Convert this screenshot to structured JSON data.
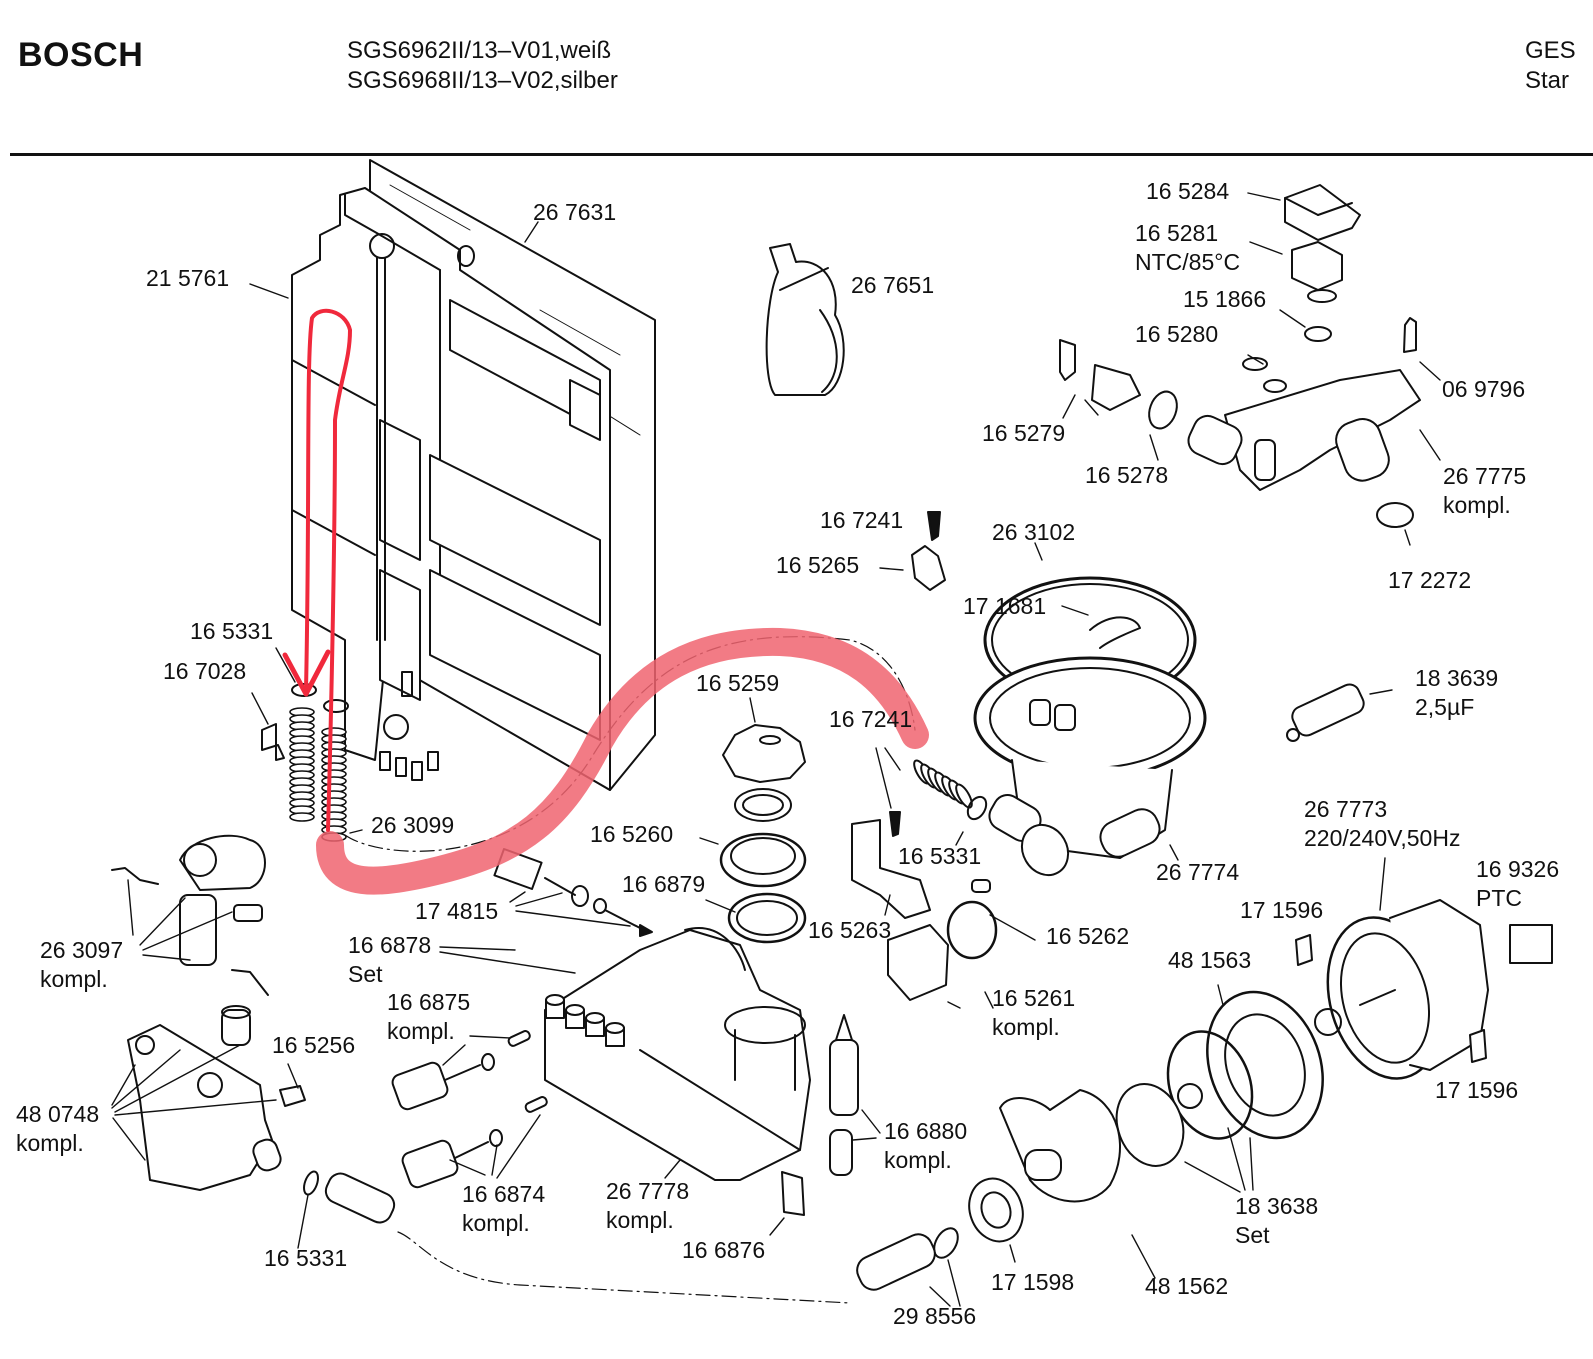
{
  "header": {
    "brand": "BOSCH",
    "models": [
      "SGS6962II/13–V01,weiß",
      "SGS6968II/13–V02,silber"
    ],
    "corner_lines": [
      "GES",
      "Star"
    ]
  },
  "annotation": {
    "arrow_color": "#f0293c",
    "highlight_color": "#f06470",
    "description": "red arrow pointing down to hose 26 3099 and pink highlighted hose path toward 16 7241"
  },
  "parts": [
    {
      "id": "p267631",
      "number": "26 7631",
      "note": ""
    },
    {
      "id": "p215761",
      "number": "21 5761",
      "note": ""
    },
    {
      "id": "p267651",
      "number": "26 7651",
      "note": ""
    },
    {
      "id": "p165284",
      "number": "16 5284",
      "note": ""
    },
    {
      "id": "p165281",
      "number": "16 5281",
      "note": "NTC/85°C"
    },
    {
      "id": "p151866",
      "number": "15 1866",
      "note": ""
    },
    {
      "id": "p165280",
      "number": "16 5280",
      "note": ""
    },
    {
      "id": "p069796",
      "number": "06 9796",
      "note": ""
    },
    {
      "id": "p165279",
      "number": "16 5279",
      "note": ""
    },
    {
      "id": "p165278",
      "number": "16 5278",
      "note": ""
    },
    {
      "id": "p267775",
      "number": "26 7775",
      "note": "kompl."
    },
    {
      "id": "p172272",
      "number": "17 2272",
      "note": ""
    },
    {
      "id": "p167241a",
      "number": "16 7241",
      "note": ""
    },
    {
      "id": "p165265",
      "number": "16 5265",
      "note": ""
    },
    {
      "id": "p263102",
      "number": "26 3102",
      "note": ""
    },
    {
      "id": "p171681",
      "number": "17 1681",
      "note": ""
    },
    {
      "id": "p183639",
      "number": "18 3639",
      "note": "2,5µF"
    },
    {
      "id": "p165331a",
      "number": "16 5331",
      "note": ""
    },
    {
      "id": "p167028",
      "number": "16 7028",
      "note": ""
    },
    {
      "id": "p165259",
      "number": "16 5259",
      "note": ""
    },
    {
      "id": "p167241b",
      "number": "16 7241",
      "note": ""
    },
    {
      "id": "p263099",
      "number": "26 3099",
      "note": ""
    },
    {
      "id": "p165260",
      "number": "16 5260",
      "note": ""
    },
    {
      "id": "p165331b",
      "number": "16 5331",
      "note": ""
    },
    {
      "id": "p267774",
      "number": "26 7774",
      "note": ""
    },
    {
      "id": "p267773",
      "number": "26 7773",
      "note": "220/240V,50Hz"
    },
    {
      "id": "p169326",
      "number": "16 9326",
      "note": "PTC"
    },
    {
      "id": "p174815",
      "number": "17 4815",
      "note": ""
    },
    {
      "id": "p166879",
      "number": "16 6879",
      "note": ""
    },
    {
      "id": "p171596a",
      "number": "17 1596",
      "note": ""
    },
    {
      "id": "p263097",
      "number": "26 3097",
      "note": "kompl."
    },
    {
      "id": "p166878",
      "number": "16 6878",
      "note": "Set"
    },
    {
      "id": "p165263",
      "number": "16 5263",
      "note": ""
    },
    {
      "id": "p165262",
      "number": "16 5262",
      "note": ""
    },
    {
      "id": "p481563",
      "number": "48 1563",
      "note": ""
    },
    {
      "id": "p166875",
      "number": "16 6875",
      "note": "kompl."
    },
    {
      "id": "p165261",
      "number": "16 5261",
      "note": "kompl."
    },
    {
      "id": "p165256",
      "number": "16 5256",
      "note": ""
    },
    {
      "id": "p480748",
      "number": "48 0748",
      "note": "kompl."
    },
    {
      "id": "p171596b",
      "number": "17 1596",
      "note": ""
    },
    {
      "id": "p166880",
      "number": "16 6880",
      "note": "kompl."
    },
    {
      "id": "p166874",
      "number": "16 6874",
      "note": "kompl."
    },
    {
      "id": "p267778",
      "number": "26 7778",
      "note": "kompl."
    },
    {
      "id": "p183638",
      "number": "18 3638",
      "note": "Set"
    },
    {
      "id": "p166876",
      "number": "16 6876",
      "note": ""
    },
    {
      "id": "p165331c",
      "number": "16 5331",
      "note": ""
    },
    {
      "id": "p171598",
      "number": "17 1598",
      "note": ""
    },
    {
      "id": "p481562",
      "number": "48 1562",
      "note": ""
    },
    {
      "id": "p298556",
      "number": "29 8556",
      "note": ""
    }
  ]
}
